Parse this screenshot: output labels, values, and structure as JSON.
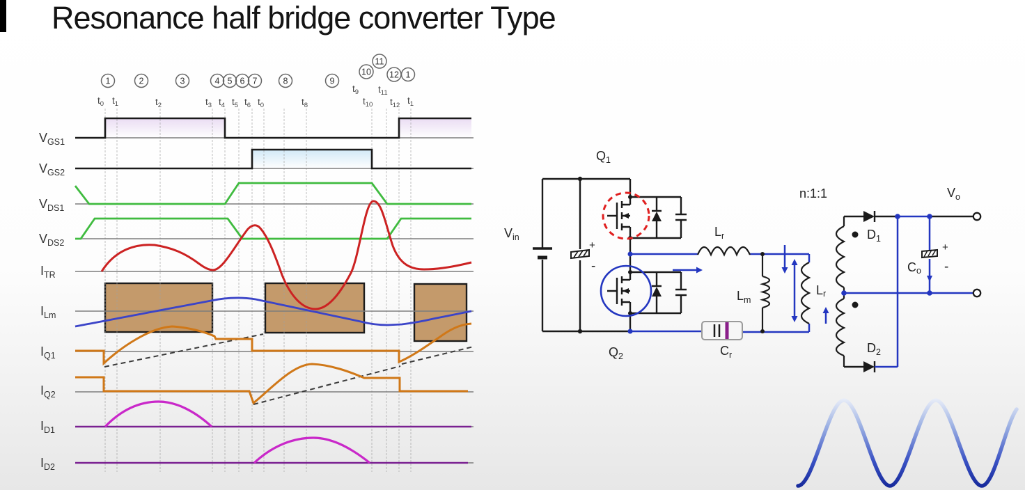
{
  "title": "Resonance half bridge converter Type",
  "palette": {
    "waveform_black": "#1a1a1a",
    "vds_green": "#3fbb3f",
    "itr_red": "#cc2222",
    "ilm_blue": "#3b44c8",
    "iq_orange": "#d07818",
    "id_magenta": "#c928c9",
    "id_flat_purple": "#7a2191",
    "shaded_rect_tan": "#c49a6b",
    "vgs1_fill": "#eadcf3",
    "vgs2_fill": "#d2e9f7",
    "circuit_blue": "#2336c0",
    "q1_dashed_circle_red": "#e02020",
    "cr_plate_purple": "#8a1f8a",
    "decor_sine_blue": "#1d35a8"
  },
  "timeline": {
    "markers": [
      {
        "n": "1"
      },
      {
        "n": "2"
      },
      {
        "n": "3"
      },
      {
        "n": "4"
      },
      {
        "n": "5"
      },
      {
        "n": "6"
      },
      {
        "n": "7"
      },
      {
        "n": "8"
      },
      {
        "n": "9"
      },
      {
        "n": "10"
      },
      {
        "n": "11"
      },
      {
        "n": "12"
      },
      {
        "n": "1"
      }
    ],
    "times": [
      {
        "main": "t",
        "sub": "0"
      },
      {
        "main": "t",
        "sub": "1"
      },
      {
        "main": "t",
        "sub": "2"
      },
      {
        "main": "t",
        "sub": "3"
      },
      {
        "main": "t",
        "sub": "4"
      },
      {
        "main": "t",
        "sub": "5"
      },
      {
        "main": "t",
        "sub": "6"
      },
      {
        "main": "t",
        "sub": "0"
      },
      {
        "main": "t",
        "sub": "8"
      },
      {
        "main": "t",
        "sub": "9"
      },
      {
        "main": "t",
        "sub": "10"
      },
      {
        "main": "t",
        "sub": "11"
      },
      {
        "main": "t",
        "sub": "12"
      },
      {
        "main": "t",
        "sub": "1"
      }
    ]
  },
  "signals": [
    {
      "main": "V",
      "sub": "GS1",
      "color": "#1a1a1a"
    },
    {
      "main": "V",
      "sub": "GS2",
      "color": "#1a1a1a"
    },
    {
      "main": "V",
      "sub": "DS1",
      "color": "#3fbb3f"
    },
    {
      "main": "V",
      "sub": "DS2",
      "color": "#3fbb3f"
    },
    {
      "main": "I",
      "sub": "TR",
      "color": "#cc2222"
    },
    {
      "main": "I",
      "sub": "Lm",
      "color": "#3b44c8"
    },
    {
      "main": "I",
      "sub": "Q1",
      "color": "#d07818"
    },
    {
      "main": "I",
      "sub": "Q2",
      "color": "#d07818"
    },
    {
      "main": "I",
      "sub": "D1",
      "color": "#c928c9"
    },
    {
      "main": "I",
      "sub": "D2",
      "color": "#c928c9"
    }
  ],
  "circuit": {
    "labels": {
      "vin": {
        "main": "V",
        "sub": "in"
      },
      "q1": {
        "main": "Q",
        "sub": "1"
      },
      "q2": {
        "main": "Q",
        "sub": "2"
      },
      "lr": {
        "main": "L",
        "sub": "r"
      },
      "lm": {
        "main": "L",
        "sub": "m"
      },
      "cr": {
        "main": "C",
        "sub": "r"
      },
      "lr2": {
        "main": "L",
        "sub": "r"
      },
      "turns": "n:1:1",
      "d1": {
        "main": "D",
        "sub": "1"
      },
      "d2": {
        "main": "D",
        "sub": "2"
      },
      "co": {
        "main": "C",
        "sub": "o"
      },
      "vo": {
        "main": "V",
        "sub": "o"
      },
      "plus": "+",
      "minus": "-"
    }
  }
}
